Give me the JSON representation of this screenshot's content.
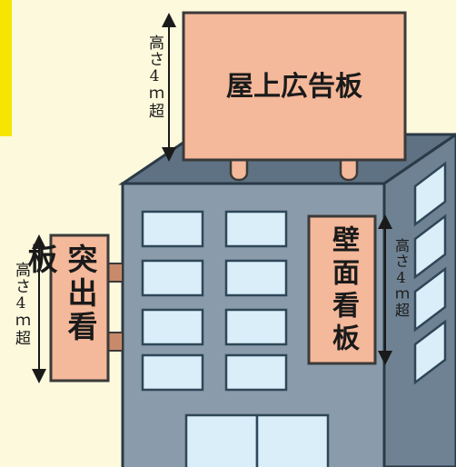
{
  "labels": {
    "rooftop_sign": "屋上広告板",
    "projecting_sign": "突出看板",
    "wall_sign": "壁面看板",
    "height_top": "高さ4ｍ超",
    "height_left": "高さ4ｍ超",
    "height_right": "高さ4ｍ超"
  },
  "colors": {
    "background": "#fdf9dc",
    "sign_fill": "#f4b89a",
    "sign_stroke": "#3a3a3a",
    "building_front": "#8a9cab",
    "building_side": "#6e8293",
    "building_top": "#5f7283",
    "window_fill": "#d9eef8",
    "window_stroke": "#2e4758",
    "accent_bar": "#f5e500"
  }
}
